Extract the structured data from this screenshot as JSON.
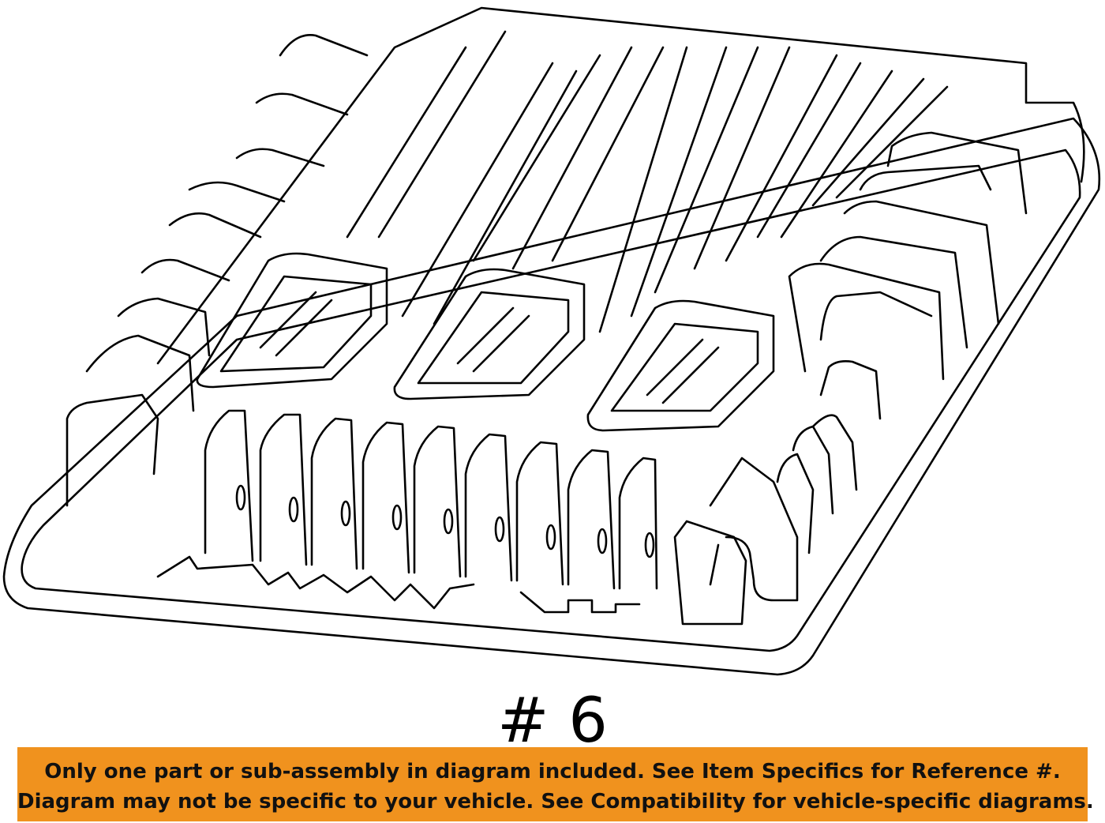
{
  "diagram": {
    "subject": "control module housing line drawing",
    "part_label": "# 6"
  },
  "disclaimer": {
    "background_color": "#f0921e",
    "line1": "Only one part or sub-assembly in diagram included. See Item Specifics for Reference #.",
    "line2": "Diagram may not be specific to your vehicle. See Compatibility for vehicle-specific diagrams."
  }
}
